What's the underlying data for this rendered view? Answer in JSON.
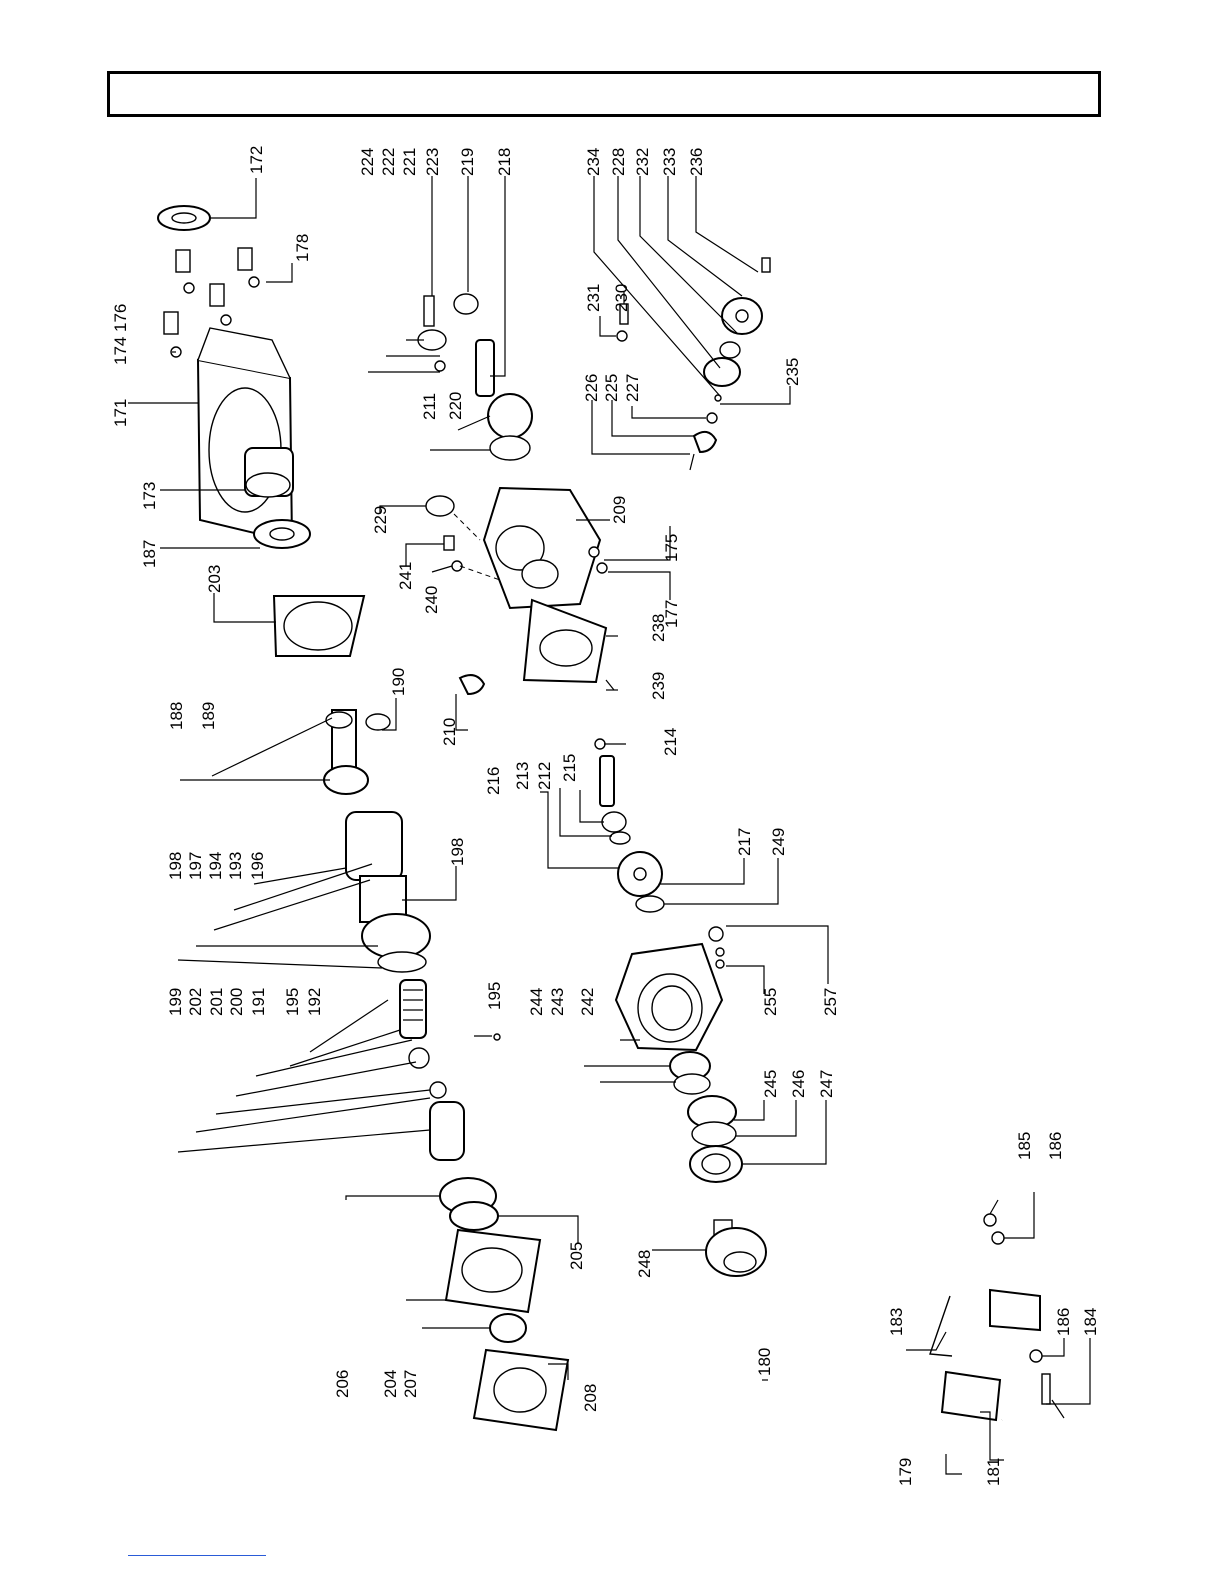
{
  "header": {
    "title": ""
  },
  "footer": {
    "link_text": ""
  },
  "parts": [
    {
      "id": "p171",
      "label": "171"
    },
    {
      "id": "p174",
      "label": "174"
    },
    {
      "id": "p176",
      "label": "176"
    },
    {
      "id": "p172",
      "label": "172"
    },
    {
      "id": "p178",
      "label": "178"
    },
    {
      "id": "p173",
      "label": "173"
    },
    {
      "id": "p187",
      "label": "187"
    },
    {
      "id": "p203",
      "label": "203"
    },
    {
      "id": "p188",
      "label": "188"
    },
    {
      "id": "p189",
      "label": "189"
    },
    {
      "id": "p190",
      "label": "190"
    },
    {
      "id": "p198a",
      "label": "198"
    },
    {
      "id": "p197",
      "label": "197"
    },
    {
      "id": "p194",
      "label": "194"
    },
    {
      "id": "p193",
      "label": "193"
    },
    {
      "id": "p196",
      "label": "196"
    },
    {
      "id": "p198b",
      "label": "198"
    },
    {
      "id": "p199",
      "label": "199"
    },
    {
      "id": "p202",
      "label": "202"
    },
    {
      "id": "p201",
      "label": "201"
    },
    {
      "id": "p200",
      "label": "200"
    },
    {
      "id": "p191",
      "label": "191"
    },
    {
      "id": "p195a",
      "label": "195"
    },
    {
      "id": "p192",
      "label": "192"
    },
    {
      "id": "p195b",
      "label": "195"
    },
    {
      "id": "p206",
      "label": "206"
    },
    {
      "id": "p204",
      "label": "204"
    },
    {
      "id": "p207",
      "label": "207"
    },
    {
      "id": "p205",
      "label": "205"
    },
    {
      "id": "p208",
      "label": "208"
    },
    {
      "id": "p224",
      "label": "224"
    },
    {
      "id": "p222",
      "label": "222"
    },
    {
      "id": "p221",
      "label": "221"
    },
    {
      "id": "p223",
      "label": "223"
    },
    {
      "id": "p219",
      "label": "219"
    },
    {
      "id": "p218",
      "label": "218"
    },
    {
      "id": "p211",
      "label": "211"
    },
    {
      "id": "p220",
      "label": "220"
    },
    {
      "id": "p229",
      "label": "229"
    },
    {
      "id": "p241",
      "label": "241"
    },
    {
      "id": "p240",
      "label": "240"
    },
    {
      "id": "p209",
      "label": "209"
    },
    {
      "id": "p175",
      "label": "175"
    },
    {
      "id": "p177",
      "label": "177"
    },
    {
      "id": "p238",
      "label": "238"
    },
    {
      "id": "p239",
      "label": "239"
    },
    {
      "id": "p210",
      "label": "210"
    },
    {
      "id": "p214",
      "label": "214"
    },
    {
      "id": "p216",
      "label": "216"
    },
    {
      "id": "p213",
      "label": "213"
    },
    {
      "id": "p212",
      "label": "212"
    },
    {
      "id": "p215",
      "label": "215"
    },
    {
      "id": "p217",
      "label": "217"
    },
    {
      "id": "p249",
      "label": "249"
    },
    {
      "id": "p244",
      "label": "244"
    },
    {
      "id": "p243",
      "label": "243"
    },
    {
      "id": "p242",
      "label": "242"
    },
    {
      "id": "p255",
      "label": "255"
    },
    {
      "id": "p257",
      "label": "257"
    },
    {
      "id": "p245",
      "label": "245"
    },
    {
      "id": "p246",
      "label": "246"
    },
    {
      "id": "p247",
      "label": "247"
    },
    {
      "id": "p248",
      "label": "248"
    },
    {
      "id": "p234",
      "label": "234"
    },
    {
      "id": "p228",
      "label": "228"
    },
    {
      "id": "p232",
      "label": "232"
    },
    {
      "id": "p233",
      "label": "233"
    },
    {
      "id": "p236",
      "label": "236"
    },
    {
      "id": "p231",
      "label": "231"
    },
    {
      "id": "p230",
      "label": "230"
    },
    {
      "id": "p226",
      "label": "226"
    },
    {
      "id": "p225",
      "label": "225"
    },
    {
      "id": "p227",
      "label": "227"
    },
    {
      "id": "p235",
      "label": "235"
    },
    {
      "id": "p185",
      "label": "185"
    },
    {
      "id": "p186a",
      "label": "186"
    },
    {
      "id": "p186b",
      "label": "186"
    },
    {
      "id": "p184",
      "label": "184"
    },
    {
      "id": "p183",
      "label": "183"
    },
    {
      "id": "p180",
      "label": "180"
    },
    {
      "id": "p179",
      "label": "179"
    },
    {
      "id": "p181",
      "label": "181"
    }
  ]
}
